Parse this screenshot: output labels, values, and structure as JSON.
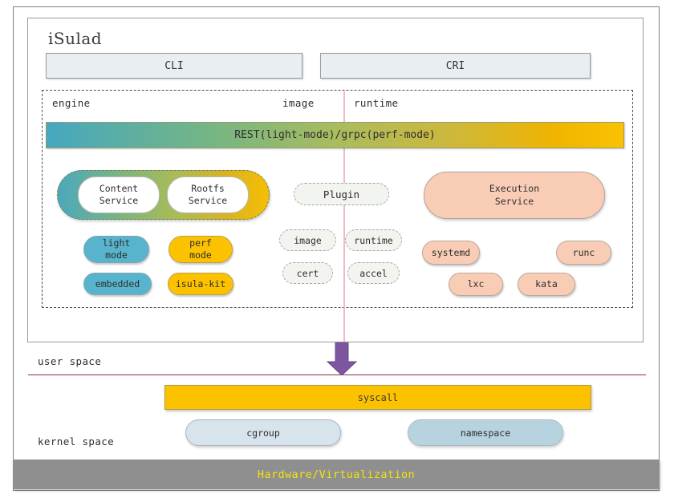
{
  "diagram": {
    "title": "iSulad",
    "api_boxes": [
      {
        "label": "CLI"
      },
      {
        "label": "CRI"
      }
    ],
    "column_labels": {
      "engine": "engine",
      "image": "image",
      "runtime": "runtime"
    },
    "rest_bar": {
      "label": "REST(light-mode)/grpc(perf-mode)",
      "gradient_from": "#45a8c0",
      "gradient_to": "#fbc202"
    },
    "service_capsule": {
      "items": [
        {
          "line1": "Content",
          "line2": "Service"
        },
        {
          "line1": "Rootfs",
          "line2": "Service"
        }
      ]
    },
    "execution_service": {
      "line1": "Execution",
      "line2": "Service",
      "color": "#f9cdb5"
    },
    "plugins": {
      "main": "Plugin",
      "items": [
        {
          "label": "image"
        },
        {
          "label": "runtime"
        },
        {
          "label": "cert"
        },
        {
          "label": "accel"
        }
      ]
    },
    "modes": [
      {
        "line1": "light",
        "line2": "mode",
        "color": "#58b4cd"
      },
      {
        "line1": "perf",
        "line2": "mode",
        "color": "#fcc200"
      },
      {
        "line1": "embedded",
        "line2": "",
        "color": "#58b4cd"
      },
      {
        "line1": "isula-kit",
        "line2": "",
        "color": "#fcc200"
      }
    ],
    "runtimes": [
      {
        "label": "systemd",
        "color": "#f9cdb5"
      },
      {
        "label": "runc",
        "color": "#f9cdb5"
      },
      {
        "label": "lxc",
        "color": "#f9cdb5"
      },
      {
        "label": "kata",
        "color": "#f9cdb5"
      }
    ],
    "spaces": {
      "user": "user space",
      "kernel": "kernel space"
    },
    "syscall": {
      "label": "syscall",
      "color": "#fcc200"
    },
    "kernel_objects": [
      {
        "label": "cgroup",
        "color": "#d7e4ec"
      },
      {
        "label": "namespace",
        "color": "#b7d3e0"
      }
    ],
    "hardware": {
      "label": "Hardware/Virtualization",
      "background": "#8f8f8f",
      "text_color": "#f2e30d"
    },
    "arrow": {
      "color": "#7c569f"
    },
    "boundary_line_color": "#8c2b3a",
    "divider_color": "#f0b9c4"
  }
}
